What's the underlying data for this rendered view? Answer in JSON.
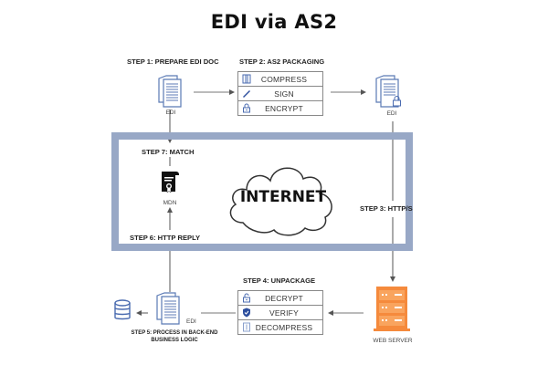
{
  "title": "EDI via AS2",
  "colors": {
    "frame": "#98a8c6",
    "doc_icon": "#5b7ab5",
    "server": "#f58a3c",
    "lines": "#555555"
  },
  "steps": {
    "step1": "STEP 1: PREPARE EDI DOC",
    "step2": "STEP 2: AS2 PACKAGING",
    "step3": "STEP 3: HTTP/S",
    "step4": "STEP 4: UNPACKAGE",
    "step5_line1": "STEP 5: PROCESS IN BACK-END",
    "step5_line2": "BUSINESS LOGIC",
    "step6": "STEP 6: HTTP  REPLY",
    "step7": "STEP 7: MATCH"
  },
  "packaging": [
    {
      "icon": "compress-icon",
      "label": "COMPRESS"
    },
    {
      "icon": "sign-icon",
      "label": "SIGN"
    },
    {
      "icon": "lock-icon",
      "label": "ENCRYPT"
    }
  ],
  "unpackage": [
    {
      "icon": "unlock-icon",
      "label": "DECRYPT"
    },
    {
      "icon": "shield-check-icon",
      "label": "VERIFY"
    },
    {
      "icon": "decompress-icon",
      "label": "DECOMPRESS"
    }
  ],
  "labels": {
    "edi_source": "EDI",
    "edi_encrypted": "EDI",
    "edi_received": "EDI",
    "mdn": "MDN",
    "internet": "INTERNET",
    "web_server": "WEB SERVER"
  }
}
